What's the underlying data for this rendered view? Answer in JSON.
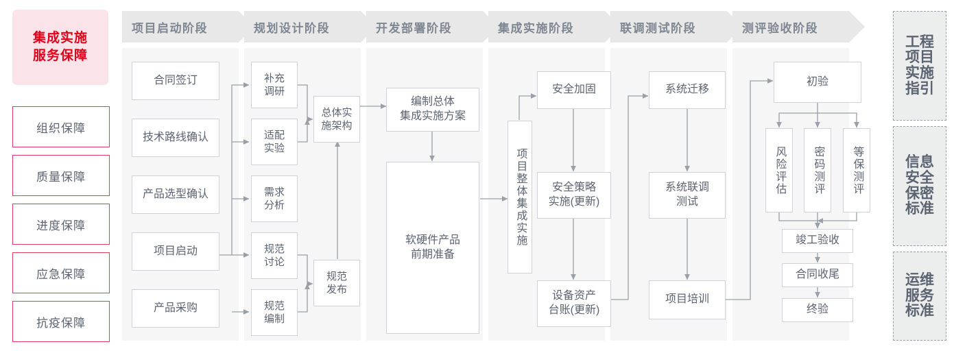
{
  "guarantee": {
    "title": "集成实施\n服务保障",
    "title_line1": "集成实施",
    "title_line2": "服务保障",
    "items": [
      {
        "label": "组织保障"
      },
      {
        "label": "质量保障"
      },
      {
        "label": "进度保障"
      },
      {
        "label": "应急保障"
      },
      {
        "label": "抗疫保障"
      }
    ],
    "accent_color": "#e2001a",
    "fill_color": "#fbe4e9",
    "border_color": "#e0405c"
  },
  "phases": [
    {
      "label": "项目启动阶段"
    },
    {
      "label": "规划设计阶段"
    },
    {
      "label": "开发部署阶段"
    },
    {
      "label": "集成实施阶段"
    },
    {
      "label": "联调测试阶段"
    },
    {
      "label": "测评验收阶段"
    }
  ],
  "nodes": {
    "p1": [
      {
        "label": "合同签订"
      },
      {
        "label": "技术路线确认"
      },
      {
        "label": "产品选型确认"
      },
      {
        "label": "项目启动"
      },
      {
        "label": "产品采购"
      }
    ],
    "p2": [
      {
        "label": "补充\n调研",
        "l1": "补充",
        "l2": "调研"
      },
      {
        "label": "适配\n实验",
        "l1": "适配",
        "l2": "实验"
      },
      {
        "label": "需求\n分析",
        "l1": "需求",
        "l2": "分析"
      },
      {
        "label": "规范\n讨论",
        "l1": "规范",
        "l2": "讨论"
      },
      {
        "label": "规范\n编制",
        "l1": "规范",
        "l2": "编制"
      },
      {
        "label": "总体实\n施架构",
        "l1": "总体实",
        "l2": "施架构"
      },
      {
        "label": "规范\n发布",
        "l1": "规范",
        "l2": "发布"
      }
    ],
    "p3": [
      {
        "label": "编制总体\n集成实施方案",
        "l1": "编制总体",
        "l2": "集成实施方案"
      },
      {
        "label": "软硬件产品\n前期准备",
        "l1": "软硬件产品",
        "l2": "前期准备"
      }
    ],
    "p4": [
      {
        "label": "项目整体集成实施"
      },
      {
        "label": "安全加固"
      },
      {
        "label": "安全策略\n实施(更新)",
        "l1": "安全策略",
        "l2": "实施(更新)"
      },
      {
        "label": "设备资产\n台账(更新)",
        "l1": "设备资产",
        "l2": "台账(更新)"
      }
    ],
    "p5": [
      {
        "label": "系统迁移"
      },
      {
        "label": "系统联调\n测试",
        "l1": "系统联调",
        "l2": "测试"
      },
      {
        "label": "项目培训"
      }
    ],
    "p6": [
      {
        "label": "初验"
      },
      {
        "label": "风险评估"
      },
      {
        "label": "密码测评"
      },
      {
        "label": "等保测评"
      },
      {
        "label": "竣工验收"
      },
      {
        "label": "合同收尾"
      },
      {
        "label": "终验"
      }
    ]
  },
  "standards": [
    {
      "label": "工程项目实施指引"
    },
    {
      "label": "信息安全保密标准"
    },
    {
      "label": "运维服务标准"
    }
  ]
}
